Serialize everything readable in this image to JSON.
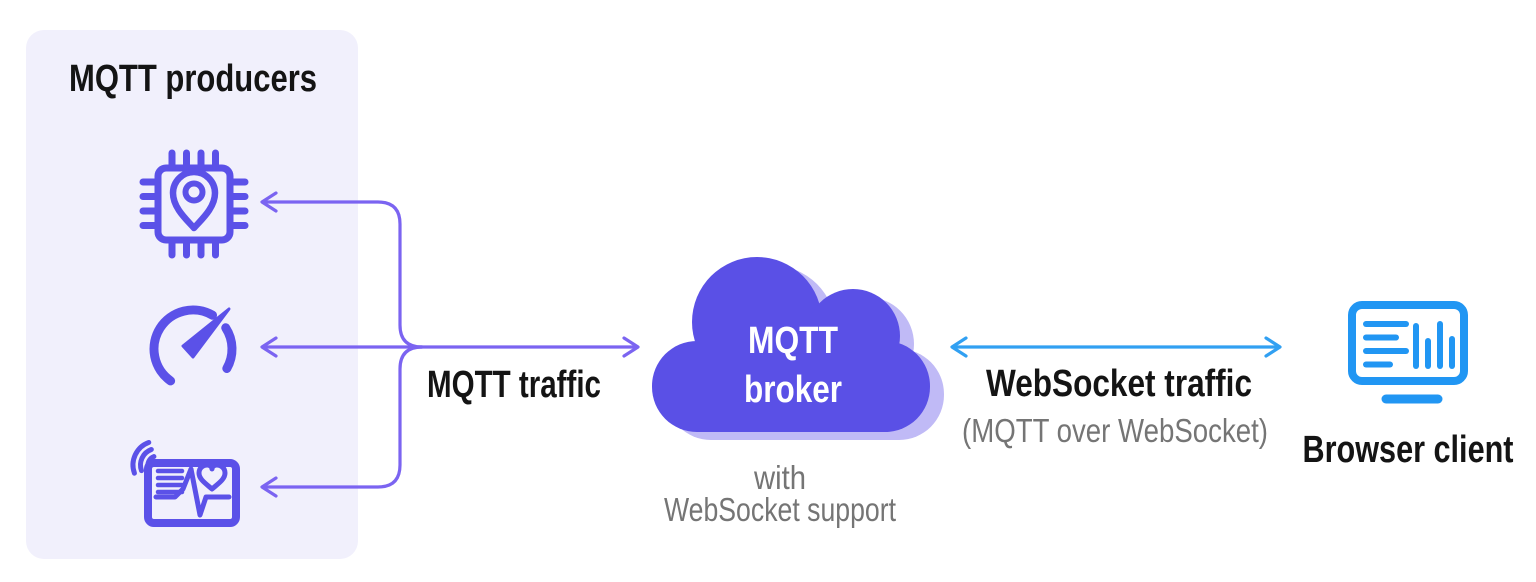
{
  "colors": {
    "panel_bg": "#f1f0fc",
    "icon_purple": "#5b51e8",
    "line_purple": "#7b64f1",
    "cloud_fill": "#5a50e6",
    "cloud_shadow": "#c0baf6",
    "cloud_text": "#ffffff",
    "line_blue": "#31a0f2",
    "icon_blue": "#2196f3",
    "ink": "#141414",
    "gray": "#757575"
  },
  "producers": {
    "title": "MQTT producers",
    "devices": [
      {
        "icon": "chip-location-icon"
      },
      {
        "icon": "gauge-icon"
      },
      {
        "icon": "health-monitor-wifi-icon"
      }
    ]
  },
  "flows": {
    "mqtt": {
      "label": "MQTT traffic"
    },
    "websocket": {
      "label": "WebSocket traffic",
      "sublabel": "(MQTT over WebSocket)"
    }
  },
  "broker": {
    "name_line1": "MQTT",
    "name_line2": "broker",
    "note_line1": "with",
    "note_line2": "WebSocket support"
  },
  "client": {
    "label": "Browser client",
    "icon": "browser-analytics-icon"
  }
}
